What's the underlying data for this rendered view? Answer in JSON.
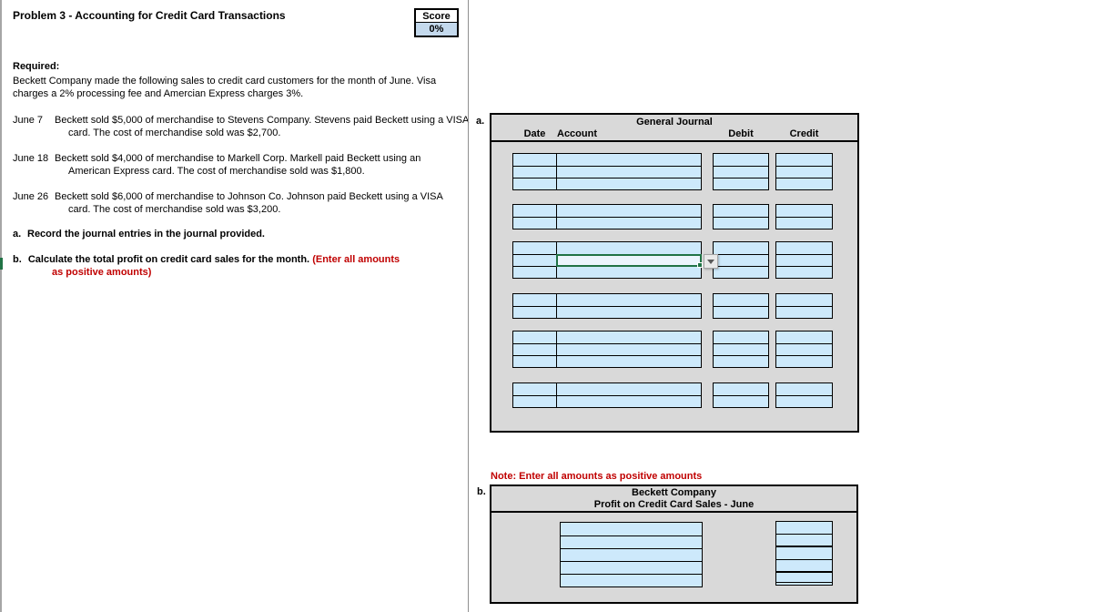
{
  "header": {
    "title": "Problem 3 - Accounting for Credit Card Transactions",
    "score_label": "Score",
    "score_value": "0%"
  },
  "problem": {
    "required_label": "Required:",
    "intro_line1": "Beckett Company made the following sales to credit card customers for the month of June. Visa",
    "intro_line2": "charges a 2% processing fee and Amercian Express charges 3%.",
    "transactions": [
      {
        "date": "June 7",
        "line1": "Beckett sold $5,000 of merchandise to Stevens Company. Stevens paid Beckett using a VISA",
        "line2": "card. The cost of merchandise sold was $2,700."
      },
      {
        "date": "June 18",
        "line1": "Beckett sold $4,000 of merchandise to Markell Corp. Markell paid Beckett using an",
        "line2": "American Express card. The cost of merchandise sold was $1,800."
      },
      {
        "date": "June 26",
        "line1": "Beckett sold $6,000 of merchandise to Johnson Co. Johnson paid Beckett using a VISA",
        "line2": "card. The cost of merchandise sold was $3,200."
      }
    ],
    "instruction_a_label": "a.",
    "instruction_a": "Record the journal entries in the journal provided.",
    "instruction_b_label": "b.",
    "instruction_b": "Calculate the total profit on credit card sales for the month.",
    "instruction_b_note1": "(Enter all amounts",
    "instruction_b_note2": "as positive amounts)"
  },
  "journal": {
    "section_label": "a.",
    "title": "General Journal",
    "col_date": "Date",
    "col_account": "Account",
    "col_debit": "Debit",
    "col_credit": "Credit",
    "groups": [
      {
        "rows": 3
      },
      {
        "rows": 2
      },
      {
        "rows": 3,
        "selected_row": 1
      },
      {
        "rows": 2
      },
      {
        "rows": 3
      },
      {
        "rows": 2
      }
    ],
    "cell_values": []
  },
  "profit": {
    "note": "Note: Enter all amounts as positive amounts",
    "section_label": "b.",
    "company": "Beckett Company",
    "subtitle": "Profit on Credit Card Sales - June",
    "label_rows": [
      "",
      "",
      "",
      "",
      ""
    ],
    "amount_rows": [
      "",
      "",
      "",
      "",
      ""
    ],
    "amount_row_borders": [
      "normal",
      "thick",
      "normal",
      "thick",
      "double"
    ]
  },
  "colors": {
    "input_cell_blue": "#cde9fb",
    "score_cell_blue": "#c4d9ed",
    "panel_gray": "#d9d9d9",
    "note_red": "#c00000",
    "selection_green": "#217346"
  }
}
